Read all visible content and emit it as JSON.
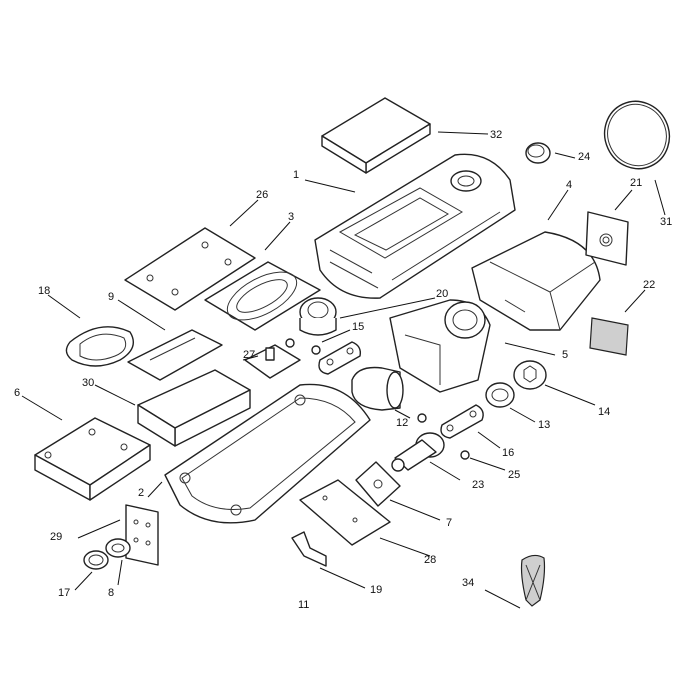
{
  "diagram": {
    "labels": {
      "l1": "1",
      "l2": "2",
      "l3": "3",
      "l4": "4",
      "l5": "5",
      "l6": "6",
      "l7": "7",
      "l8": "8",
      "l9": "9",
      "l11": "11",
      "l12": "12",
      "l13": "13",
      "l14": "14",
      "l15": "15",
      "l16": "16",
      "l17": "17",
      "l18": "18",
      "l19": "19",
      "l20": "20",
      "l21": "21",
      "l22": "22",
      "l23": "23",
      "l24": "24",
      "l25": "25",
      "l26": "26",
      "l27": "27",
      "l28": "28",
      "l29": "29",
      "l30": "30",
      "l31": "31",
      "l32": "32",
      "l34": "34"
    }
  }
}
